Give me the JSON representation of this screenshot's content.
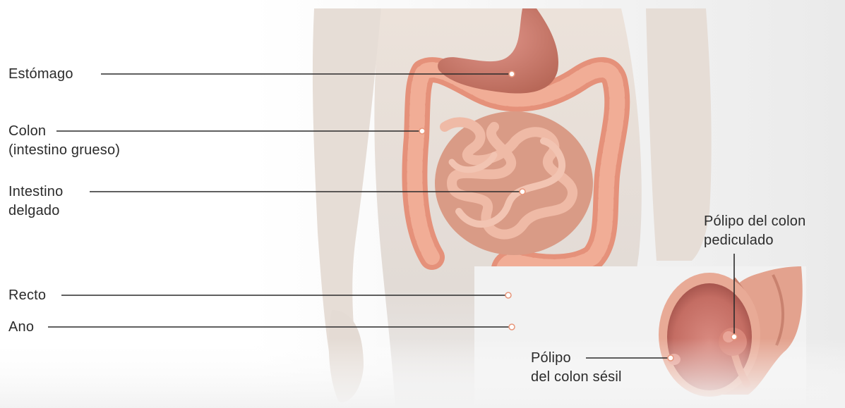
{
  "labels": {
    "stomach": [
      "Estómago"
    ],
    "colon": [
      "Colon",
      "(intestino grueso)"
    ],
    "small_intestine": [
      "Intestino",
      "delgado"
    ],
    "rectum": [
      "Recto"
    ],
    "anus": [
      "Ano"
    ],
    "pedunculated_polyp": [
      "Pólipo del colon",
      "pediculado"
    ],
    "sessile_polyp": [
      "Pólipo",
      "del colon sésil"
    ]
  },
  "colors": {
    "skin": "#e9dfd7",
    "colon": "#e8967a",
    "small_intestine": "#e6ab96",
    "stomach": "#cf7b6b",
    "leader_line": "#2b2b2b"
  }
}
